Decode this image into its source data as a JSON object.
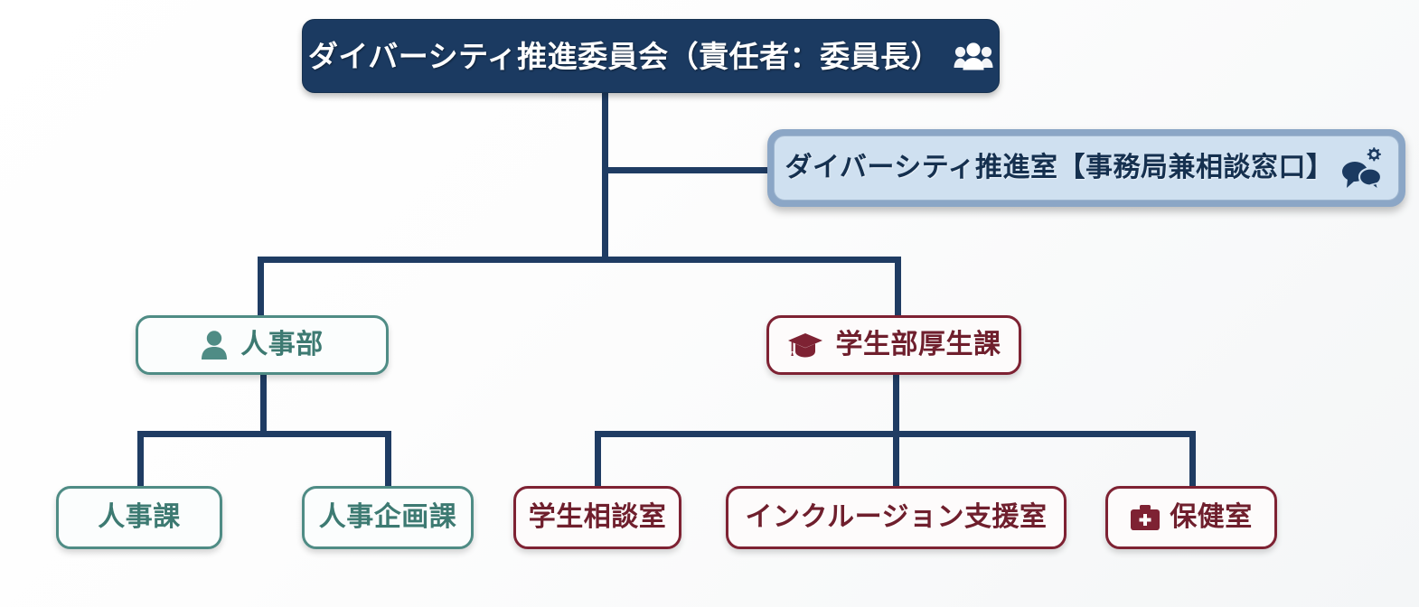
{
  "diagram": {
    "type": "organization-chart",
    "colors": {
      "root_fill": "#1b3a61",
      "root_text": "#ffffff",
      "office_fill": "#cfe0f0",
      "office_frame": "#8ba6c6",
      "office_text": "#15304f",
      "green_border": "#4f8c85",
      "green_text": "#3d7a72",
      "maroon_border": "#7e2233",
      "maroon_text": "#6f1f2d",
      "connector": "#1f3c63"
    },
    "nodes": {
      "committee": {
        "label": "ダイバーシティ推進委員会（責任者：委員長）",
        "icon": "users-icon"
      },
      "office": {
        "label": "ダイバーシティ推進室【事務局兼相談窓口】",
        "icon": "comments-gear-icon"
      },
      "hr_department": {
        "label": "人事部",
        "icon": "user-icon"
      },
      "student_welfare": {
        "label": "学生部厚生課",
        "icon": "graduation-cap-icon"
      },
      "hr_section": {
        "label": "人事課",
        "icon": ""
      },
      "hr_planning_section": {
        "label": "人事企画課",
        "icon": ""
      },
      "student_counseling": {
        "label": "学生相談室",
        "icon": ""
      },
      "inclusion_support": {
        "label": "インクルージョン支援室",
        "icon": ""
      },
      "health_room": {
        "label": "保健室",
        "icon": "medkit-icon"
      }
    }
  }
}
